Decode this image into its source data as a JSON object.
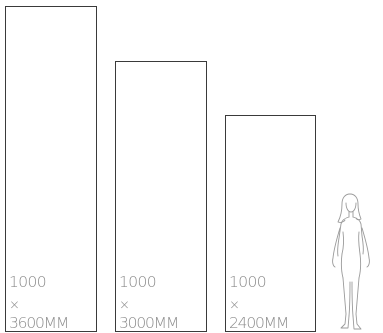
{
  "panels": [
    {
      "width": "1000",
      "times": "×",
      "height": "3600MM"
    },
    {
      "width": "1000",
      "times": "×",
      "height": "3000MM"
    },
    {
      "width": "1000",
      "times": "×",
      "height": "2400MM"
    }
  ],
  "figure": {
    "icon": "woman-silhouette-icon"
  },
  "colors": {
    "border": "#3a3a3a",
    "text": "#8c8c8c",
    "figure_stroke": "#9a9a9a"
  }
}
